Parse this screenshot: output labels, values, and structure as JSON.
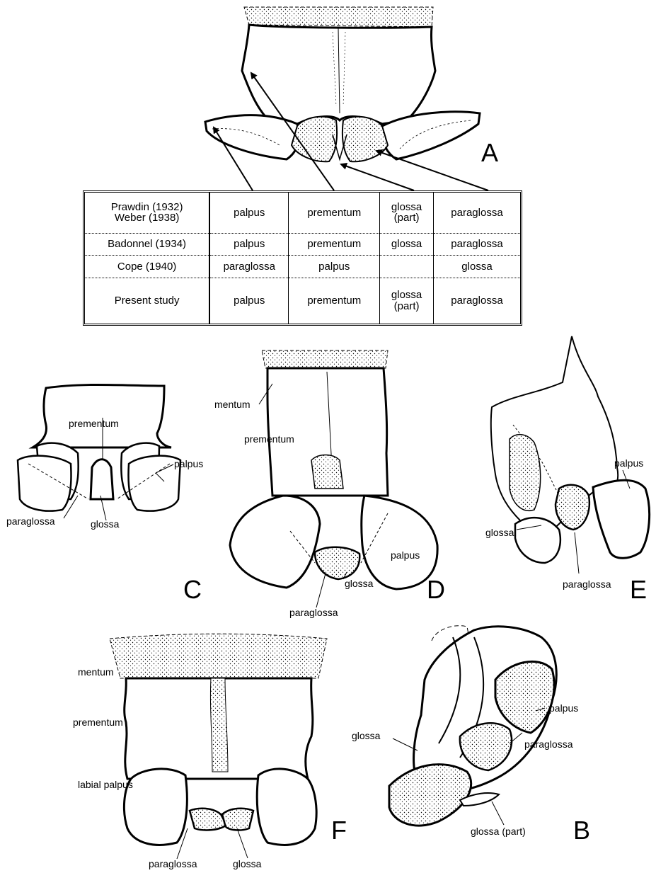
{
  "table": {
    "rows": [
      {
        "source": "Prawdin (1932)\nWeber (1938)",
        "cols": [
          "palpus",
          "prementum",
          "glossa\n(part)",
          "paraglossa"
        ]
      },
      {
        "source": "Badonnel (1934)",
        "cols": [
          "palpus",
          "prementum",
          "glossa",
          "paraglossa"
        ]
      },
      {
        "source": "Cope (1940)",
        "cols": [
          "paraglossa",
          "palpus",
          "",
          "glossa"
        ]
      },
      {
        "source": "Present study",
        "cols": [
          "palpus",
          "prementum",
          "glossa\n(part)",
          "paraglossa"
        ]
      }
    ]
  },
  "panels": {
    "A": {
      "letter": "A"
    },
    "B": {
      "letter": "B",
      "labels": {
        "glossa": "glossa",
        "palpus": "palpus",
        "paraglossa": "paraglossa",
        "glossa_part": "glossa (part)"
      }
    },
    "C": {
      "letter": "C",
      "labels": {
        "prementum": "prementum",
        "palpus": "palpus",
        "paraglossa": "paraglossa",
        "glossa": "glossa"
      }
    },
    "D": {
      "letter": "D",
      "labels": {
        "mentum": "mentum",
        "prementum": "prementum",
        "palpus": "palpus",
        "paraglossa": "paraglossa",
        "glossa": "glossa"
      }
    },
    "E": {
      "letter": "E",
      "labels": {
        "palpus": "palpus",
        "glossa": "glossa",
        "paraglossa": "paraglossa"
      }
    },
    "F": {
      "letter": "F",
      "labels": {
        "mentum": "mentum",
        "prementum": "prementum",
        "labial_palpus": "labial palpus",
        "paraglossa": "paraglossa",
        "glossa": "glossa"
      }
    }
  }
}
